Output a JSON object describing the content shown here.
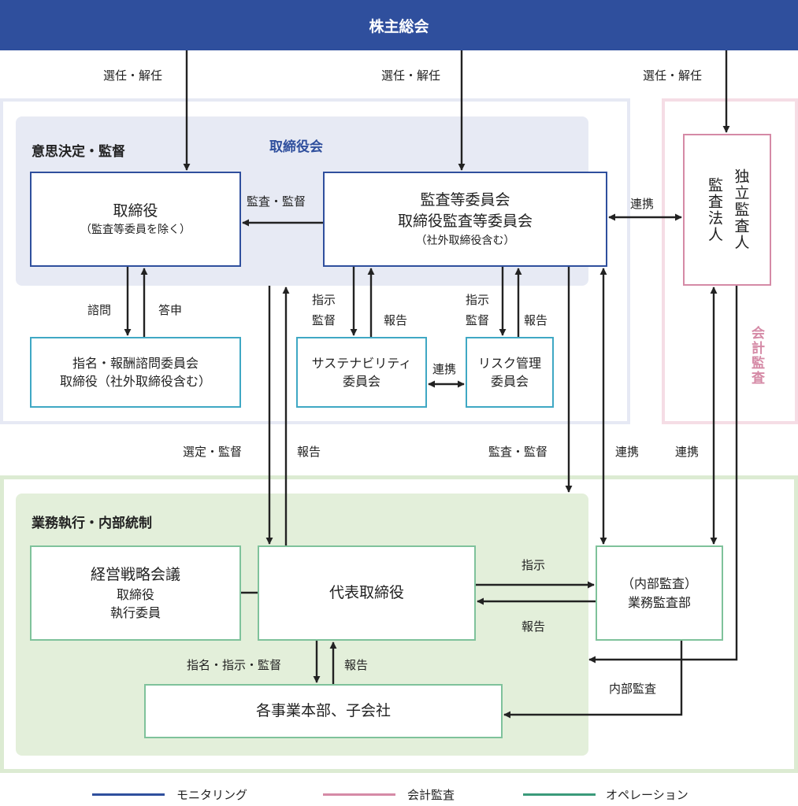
{
  "header": {
    "title": "株主総会"
  },
  "sections": {
    "decision": "意思決定・監督",
    "board": "取締役会",
    "execution": "業務執行・内部統制",
    "accounting_audit": "会計監査"
  },
  "boxes": {
    "directors": {
      "title": "取締役",
      "sub": "（監査等委員を除く）"
    },
    "audit_committee": {
      "line1": "監査等委員会",
      "line2": "取締役監査等委員会",
      "sub": "（社外取締役含む）"
    },
    "auditor": {
      "line1": "独立監査人",
      "line2": "監査法人"
    },
    "nomination": {
      "line1": "指名・報酬諮問委員会",
      "line2": "取締役（社外取締役含む）"
    },
    "sustainability": {
      "line1": "サステナビリティ",
      "line2": "委員会"
    },
    "risk": {
      "line1": "リスク管理",
      "line2": "委員会"
    },
    "mgmt_council": {
      "title": "経営戦略会議",
      "line1": "取締役",
      "line2": "執行委員"
    },
    "ceo": {
      "title": "代表取締役"
    },
    "internal_audit": {
      "line1": "（内部監査）",
      "line2": "業務監査部"
    },
    "divisions": {
      "title": "各事業本部、子会社"
    }
  },
  "labels": {
    "elect1": "選任・解任",
    "elect2": "選任・解任",
    "elect3": "選任・解任",
    "audit_supervise": "監査・監督",
    "coop_auditor": "連携",
    "consult": "諮問",
    "reply": "答申",
    "instruct_sus_1": "指示",
    "instruct_sus_2": "監督",
    "report_sus": "報告",
    "coop_committees": "連携",
    "instruct_risk_1": "指示",
    "instruct_risk_2": "監督",
    "report_risk": "報告",
    "select_supervise": "選定・監督",
    "report_ceo": "報告",
    "audit_supervise_2": "監査・監督",
    "coop_internal_1": "連携",
    "coop_internal_2": "連携",
    "instruct_ia": "指示",
    "report_ia": "報告",
    "nominate_instruct": "指名・指示・監督",
    "report_div": "報告",
    "internal_audit_label": "内部監査"
  },
  "legend": [
    {
      "label": "モニタリング",
      "color": "#2f4f9d"
    },
    {
      "label": "会計監査",
      "color": "#d58aa6"
    },
    {
      "label": "オペレーション",
      "color": "#3a9a7a"
    }
  ],
  "colors": {
    "navy": "#2f4f9d",
    "pink": "#d58aa6",
    "teal": "#3fa8c4",
    "green_region": "#dcebd2",
    "blue_panel": "#e7eaf4"
  }
}
